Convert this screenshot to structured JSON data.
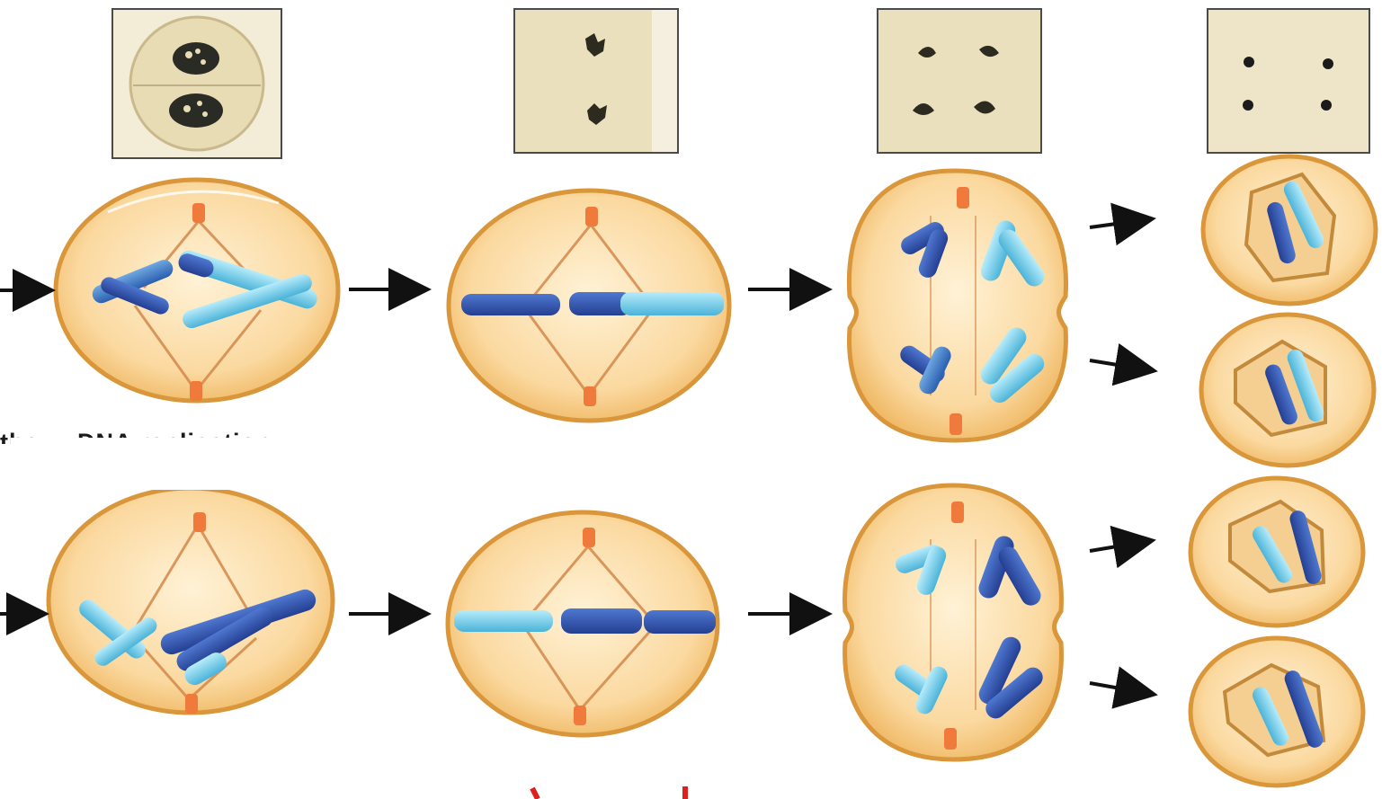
{
  "figure": {
    "colors": {
      "cell_fill": "#f8d49a",
      "cell_edge": "#d99a3a",
      "spindle": "#d88a46",
      "centrosome": "#ef7a3c",
      "chromosome_dark": "#2f4fa6",
      "chromosome_light": "#7ed0ec",
      "arrow": "#111111",
      "micrograph_bg": "#e9dcb6",
      "annotation_red": "#e0201c"
    },
    "micrographs": [
      {
        "stage_index": 1,
        "icon": "two-nuclei-micrograph"
      },
      {
        "stage_index": 2,
        "icon": "metaphase-plate-micrograph"
      },
      {
        "stage_index": 3,
        "icon": "anaphase-micrograph"
      },
      {
        "stage_index": 4,
        "icon": "four-nuclei-micrograph"
      }
    ],
    "caption_fragment": "the ... DNA replication",
    "rows": [
      {
        "name": "top-row",
        "daughter_cells": 2
      },
      {
        "name": "bottom-row",
        "daughter_cells": 2
      }
    ]
  }
}
